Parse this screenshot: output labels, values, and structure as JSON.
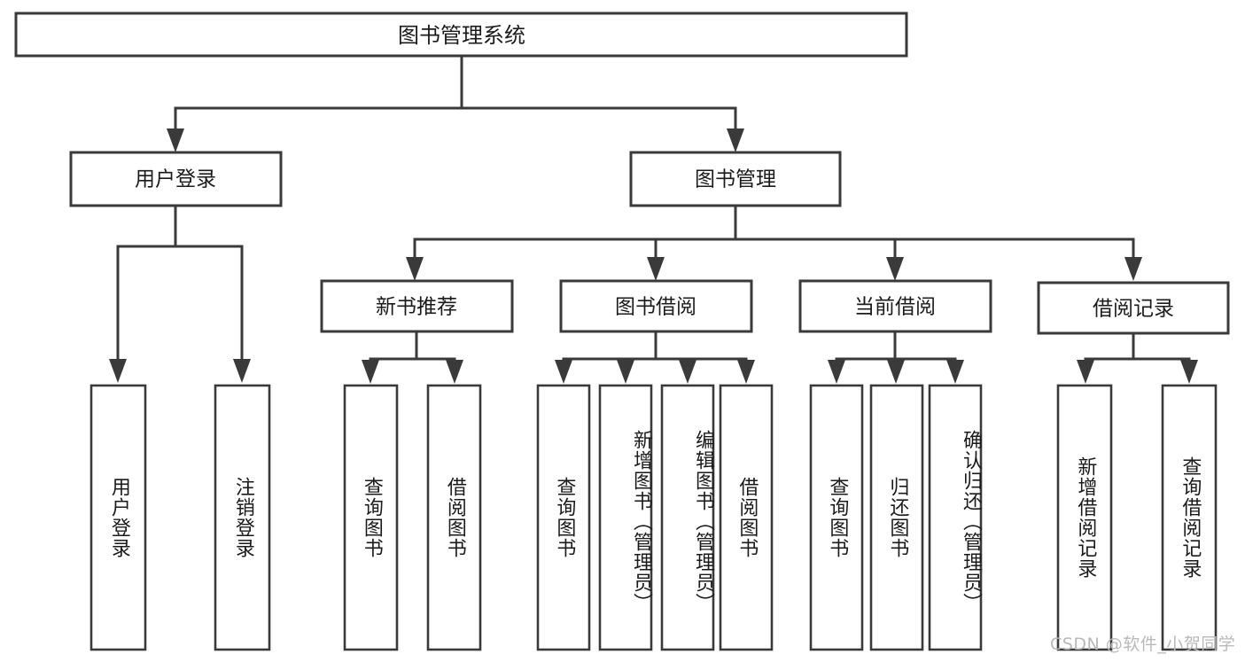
{
  "diagram": {
    "type": "tree-hierarchy-chart",
    "title": "图书管理系统",
    "watermark": "CSDN @软件_小贺同学",
    "colors": {
      "box_stroke": "#3a3a3a",
      "box_fill": "#ffffff",
      "text": "#1b1b1b",
      "background": "#ffffff",
      "watermark": "#b9b9b9"
    },
    "levels": {
      "root": {
        "label": "图书管理系统"
      },
      "level2": [
        {
          "label": "用户登录"
        },
        {
          "label": "图书管理"
        }
      ],
      "level3": [
        {
          "label": "新书推荐"
        },
        {
          "label": "图书借阅"
        },
        {
          "label": "当前借阅"
        },
        {
          "label": "借阅记录"
        }
      ],
      "leaves": {
        "user_login": [
          {
            "label": "用户登录"
          },
          {
            "label": "注销登录"
          }
        ],
        "new_book_recommend": [
          {
            "label": "查询图书"
          },
          {
            "label": "借阅图书"
          }
        ],
        "book_borrow": [
          {
            "label": "查询图书"
          },
          {
            "label": "新增图书（管理员）"
          },
          {
            "label": "编辑图书（管理员）"
          },
          {
            "label": "借阅图书"
          }
        ],
        "current_borrow": [
          {
            "label": "查询图书"
          },
          {
            "label": "归还图书"
          },
          {
            "label": "确认归还（管理员）"
          }
        ],
        "borrow_record": [
          {
            "label": "新增借阅记录"
          },
          {
            "label": "查询借阅记录"
          }
        ]
      }
    }
  }
}
